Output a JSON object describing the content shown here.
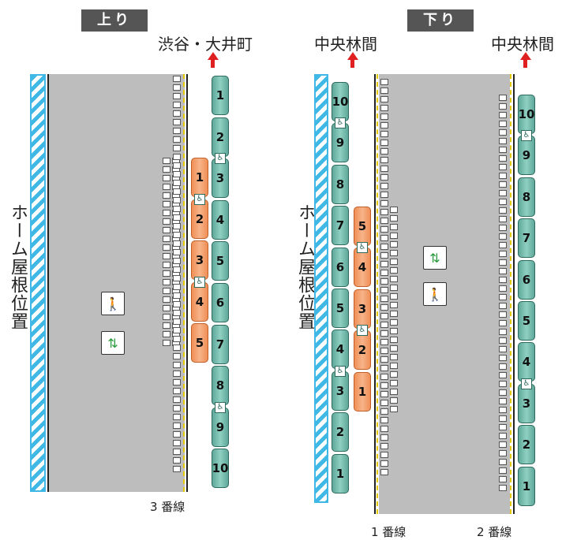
{
  "left": {
    "direction_label": "上り",
    "destination": "渋谷・大井町",
    "home_label": "ホーム屋根位置",
    "track_label": "3 番線",
    "green_cars": [
      "1",
      "2",
      "3",
      "4",
      "5",
      "6",
      "7",
      "8",
      "9",
      "10"
    ],
    "orange_cars": [
      "1",
      "2",
      "3",
      "4",
      "5"
    ],
    "wheelchair_positions": [
      "3",
      "9"
    ],
    "orange_wheelchair_positions": [
      "2",
      "4"
    ],
    "facilities": [
      "stairs-icon",
      "elevator-icon"
    ]
  },
  "right": {
    "direction_label": "下り",
    "destination_left": "中央林間",
    "destination_right": "中央林間",
    "home_label": "ホーム屋根位置",
    "track_label_1": "1 番線",
    "track_label_2": "2 番線",
    "left_green_cars": [
      "10",
      "9",
      "8",
      "7",
      "6",
      "5",
      "4",
      "3",
      "2",
      "1"
    ],
    "right_green_cars": [
      "10",
      "9",
      "8",
      "7",
      "6",
      "5",
      "4",
      "3",
      "2",
      "1"
    ],
    "orange_cars": [
      "5",
      "4",
      "3",
      "2",
      "1"
    ],
    "facilities": [
      "elevator-icon",
      "stairs-icon"
    ]
  },
  "colors": {
    "green_car": "#8fd0c2",
    "orange_car": "#f7b48a",
    "platform": "#bdbdbd",
    "roof_hatch": "#3fb8e6",
    "arrow": "#e02020",
    "direction_tag": "#555555"
  }
}
